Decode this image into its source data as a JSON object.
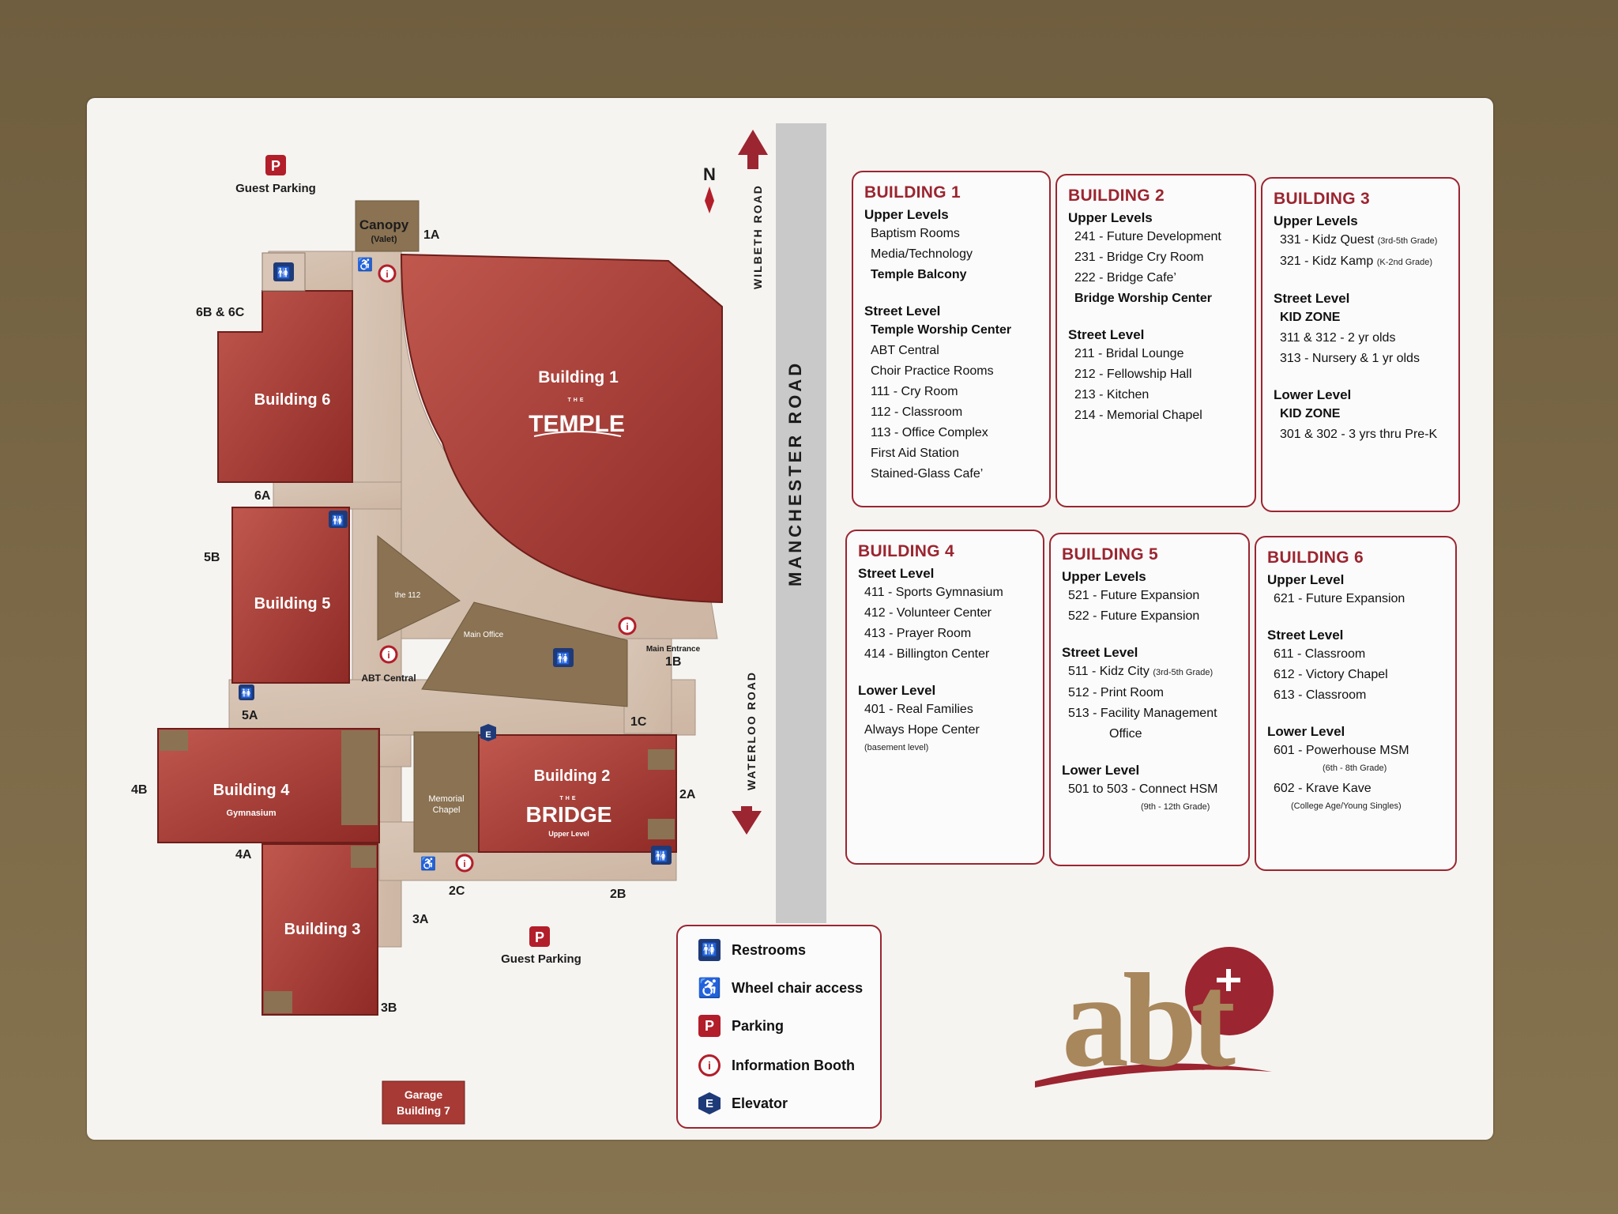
{
  "map": {
    "north": "N",
    "roads": {
      "wilbeth": "WILBETH ROAD",
      "manchester": "MANCHESTER ROAD",
      "waterloo": "WATERLOO ROAD"
    },
    "parking_top": "Guest Parking",
    "parking_bottom": "Guest Parking",
    "canopy": "Canopy",
    "canopy_sub": "(Valet)",
    "buildings": {
      "b1": "Building 1",
      "b1_logo": "TEMPLE",
      "b1_logo_small": "THE",
      "b2": "Building 2",
      "b2_logo": "BRIDGE",
      "b2_logo_small": "THE",
      "b2_sub": "Upper Level",
      "b3": "Building 3",
      "b4": "Building 4",
      "b4_sub": "Gymnasium",
      "b5": "Building 5",
      "b6": "Building 6"
    },
    "rooms": {
      "the112": "the 112",
      "main_office": "Main Office",
      "memorial1": "Memorial",
      "memorial2": "Chapel",
      "abt_central": "ABT Central",
      "main_entrance": "Main Entrance"
    },
    "entrances": {
      "e1A": "1A",
      "e1B": "1B",
      "e1C": "1C",
      "e2A": "2A",
      "e2B": "2B",
      "e2C": "2C",
      "e3A": "3A",
      "e3B": "3B",
      "e4A": "4A",
      "e4B": "4B",
      "e5A": "5A",
      "e5B": "5B",
      "e6A": "6A",
      "e6B": "6B & 6C"
    },
    "garage1": "Garage",
    "garage2": "Building 7",
    "elevator_letter": "E",
    "parking_letter": "P",
    "info_letter": "i"
  },
  "directory": {
    "b1": {
      "title": "BUILDING 1",
      "upper": "Upper Levels",
      "upper_items": [
        "Baptism Rooms",
        "Media/Technology",
        "Temple Balcony"
      ],
      "street": "Street Level",
      "street_items": [
        "Temple Worship Center",
        "ABT Central",
        "Choir Practice Rooms",
        "111 - Cry Room",
        "112 - Classroom",
        "113 - Office Complex",
        "First Aid Station",
        "Stained-Glass Cafe’"
      ]
    },
    "b2": {
      "title": "BUILDING 2",
      "upper": "Upper Levels",
      "upper_items": [
        "241 - Future Development",
        "231 - Bridge Cry Room",
        "222 - Bridge Cafe’",
        "Bridge Worship Center"
      ],
      "street": "Street Level",
      "street_items": [
        "211 - Bridal Lounge",
        "212 - Fellowship Hall",
        "213 - Kitchen",
        "214 - Memorial Chapel"
      ]
    },
    "b3": {
      "title": "BUILDING 3",
      "upper": "Upper Levels",
      "upper_items": [
        "331 - Kidz Quest",
        "321 - Kidz Kamp"
      ],
      "upper_notes": [
        "(3rd-5th Grade)",
        "(K-2nd Grade)"
      ],
      "street": "Street Level",
      "street_items": [
        "KID ZONE",
        "311 & 312 - 2 yr olds",
        "313 - Nursery & 1 yr olds"
      ],
      "lower": "Lower Level",
      "lower_items": [
        "KID ZONE",
        "301 & 302 - 3 yrs thru Pre-K"
      ]
    },
    "b4": {
      "title": "BUILDING 4",
      "street": "Street Level",
      "street_items": [
        "411 - Sports Gymnasium",
        "412 - Volunteer Center",
        "413 - Prayer Room",
        "414 - Billington Center"
      ],
      "lower": "Lower Level",
      "lower_items": [
        "401 - Real Families",
        "Always Hope Center"
      ],
      "lower_note": "(basement level)"
    },
    "b5": {
      "title": "BUILDING 5",
      "upper": "Upper Levels",
      "upper_items": [
        "521 - Future Expansion",
        "522 - Future Expansion"
      ],
      "street": "Street Level",
      "street_items": [
        "511 - Kidz City",
        "512 - Print Room",
        "513 - Facility Management",
        "Office"
      ],
      "street_note": "(3rd-5th Grade)",
      "lower": "Lower Level",
      "lower_items": [
        "501 to 503 - Connect HSM"
      ],
      "lower_note": "(9th - 12th Grade)"
    },
    "b6": {
      "title": "BUILDING 6",
      "upper": "Upper Level",
      "upper_items": [
        "621 - Future Expansion"
      ],
      "street": "Street Level",
      "street_items": [
        "611 - Classroom",
        "612 - Victory Chapel",
        "613 - Classroom"
      ],
      "lower": "Lower Level",
      "lower_items": [
        "601 - Powerhouse MSM",
        "602 - Krave Kave"
      ],
      "lower_notes": [
        "(6th - 8th Grade)",
        "(College Age/Young Singles)"
      ]
    }
  },
  "legend": {
    "restrooms": "Restrooms",
    "wheelchair": "Wheel chair access",
    "parking": "Parking",
    "info": "Information Booth",
    "elevator": "Elevator"
  },
  "logo": {
    "text": "abt"
  },
  "colors": {
    "brand": "#9b2530",
    "building": "#a73a34",
    "walkway": "#d6c2b2",
    "interior": "#8a7252",
    "icon_blue": "#1e3a78",
    "road": "#c8c8c8"
  }
}
